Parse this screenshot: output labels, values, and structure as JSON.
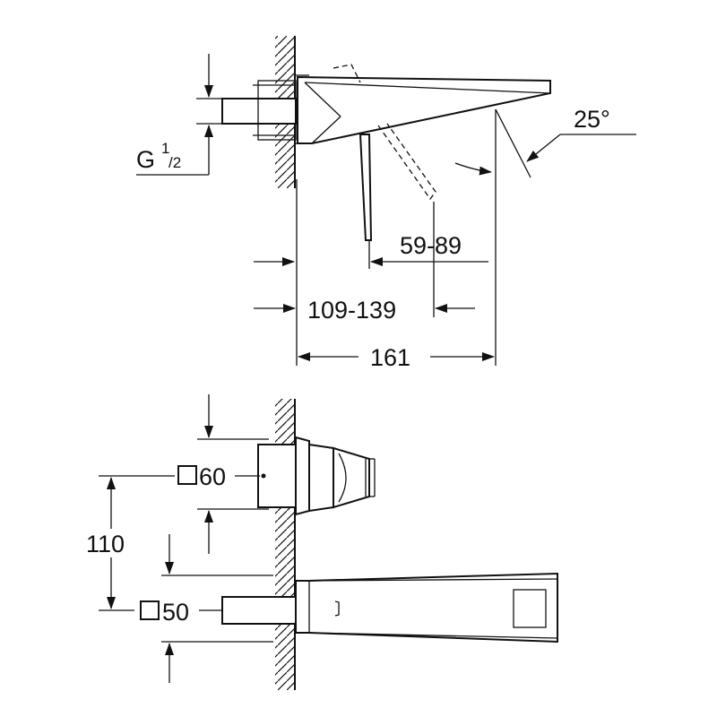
{
  "colors": {
    "line": "#111111",
    "background": "#ffffff"
  },
  "side_view": {
    "thread_label": "G",
    "thread_sup": "1",
    "thread_sub": "/2",
    "angle_label": "25°",
    "dim_spout_reach": "59-89",
    "dim_wall_depth": "109-139",
    "dim_total": "161"
  },
  "front_view": {
    "square_upper": "60",
    "square_lower": "50",
    "dim_spacing": "110"
  }
}
